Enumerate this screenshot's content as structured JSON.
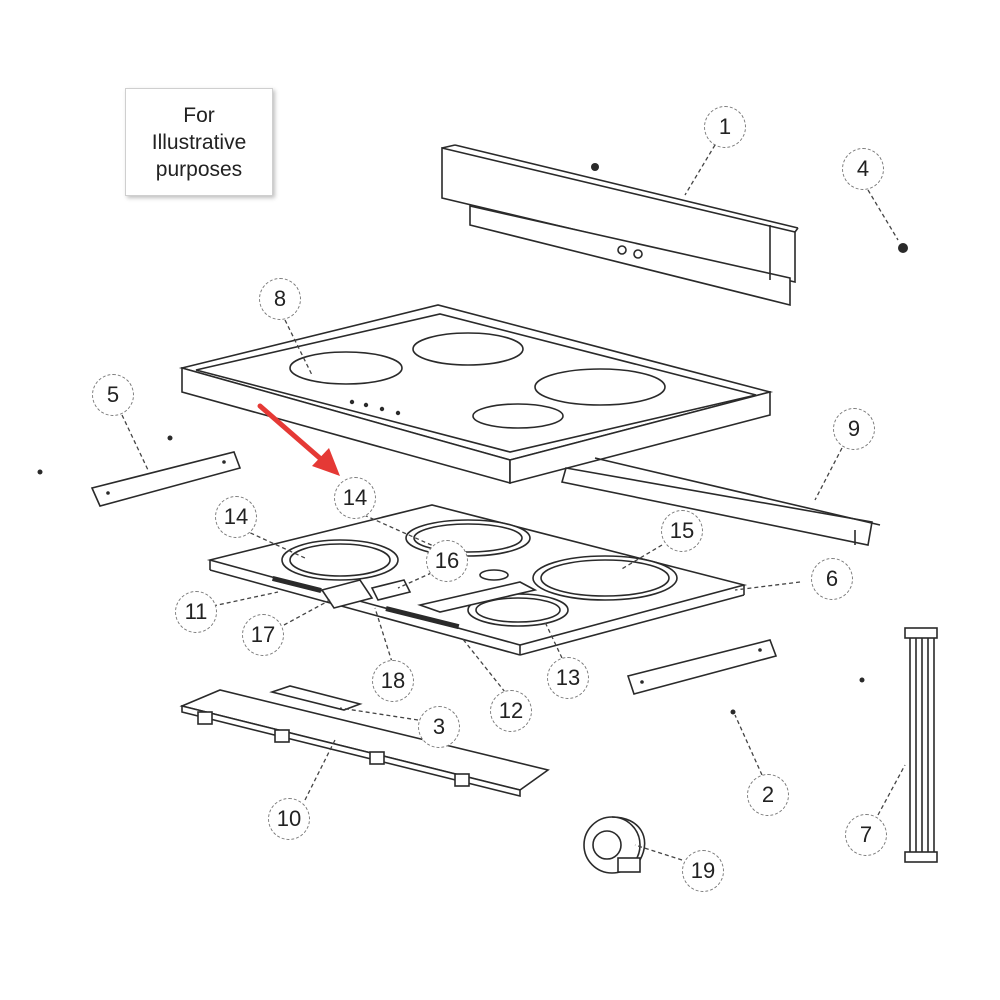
{
  "note": {
    "lines": [
      "For",
      "Illustrative",
      "purposes"
    ]
  },
  "callouts": [
    "1",
    "4",
    "8",
    "5",
    "9",
    "14",
    "14",
    "15",
    "16",
    "6",
    "11",
    "17",
    "18",
    "13",
    "12",
    "3",
    "2",
    "7",
    "10",
    "19"
  ],
  "colors": {
    "line": "#2a2a2a",
    "arrow": "#e53935",
    "callout_border": "#7a7a7a"
  }
}
